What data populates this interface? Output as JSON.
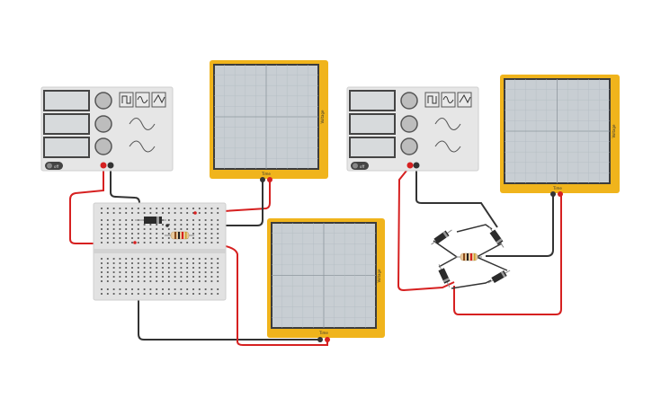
{
  "workspace": {
    "name": "circuit-canvas"
  },
  "colors": {
    "scope_frame": "#f0b41c",
    "scope_screen": "#c8ced3",
    "scope_grid": "#aab3ba",
    "generator_body": "#e6e6e6",
    "breadboard": "#e2e2e2",
    "wire_red": "#d62020",
    "wire_black": "#333333",
    "diode_body": "#2b2b2b",
    "resistor_body": "#e8c89a"
  },
  "generators": [
    {
      "id": "gen-1",
      "switch_label": "off",
      "wave_buttons": [
        "square-wave-icon",
        "sine-wave-icon",
        "triangle-wave-icon"
      ]
    },
    {
      "id": "gen-2",
      "switch_label": "off",
      "wave_buttons": [
        "square-wave-icon",
        "sine-wave-icon",
        "triangle-wave-icon"
      ]
    }
  ],
  "oscilloscopes": [
    {
      "id": "scope-1",
      "x_label": "Time",
      "y_label": "Voltage"
    },
    {
      "id": "scope-2",
      "x_label": "Time",
      "y_label": "Voltage"
    },
    {
      "id": "scope-3",
      "x_label": "Time",
      "y_label": "Voltage"
    }
  ]
}
